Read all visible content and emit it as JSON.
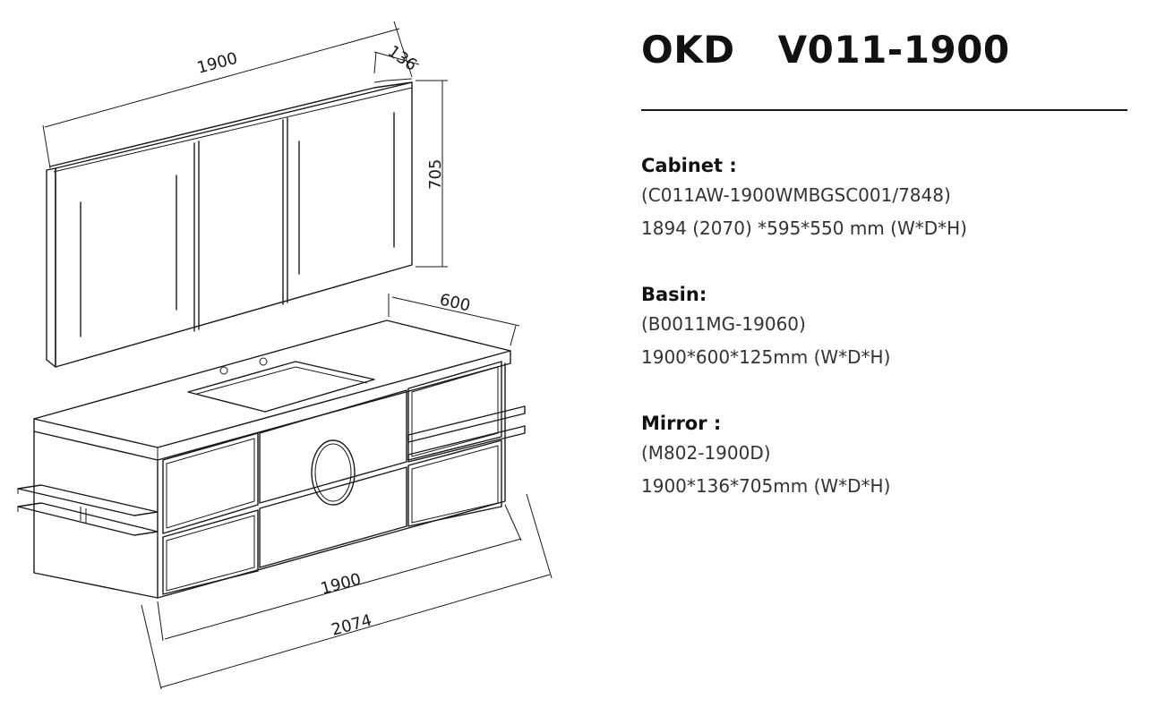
{
  "header": {
    "brand": "OKD",
    "model": "V011-1900"
  },
  "sections": [
    {
      "heading": "Cabinet :",
      "lines": [
        "(C011AW-1900WMBGSC001/7848)",
        "1894 (2070) *595*550 mm (W*D*H)"
      ]
    },
    {
      "heading": "Basin:",
      "lines": [
        "(B0011MG-19060)",
        "1900*600*125mm (W*D*H)"
      ]
    },
    {
      "heading": "Mirror :",
      "lines": [
        "(M802-1900D)",
        "1900*136*705mm (W*D*H)"
      ]
    }
  ],
  "dimensions": {
    "mirror_width": "1900",
    "mirror_depth": "136",
    "mirror_height": "705",
    "basin_depth": "600",
    "cabinet_width": "1900",
    "overall_width": "2074"
  }
}
